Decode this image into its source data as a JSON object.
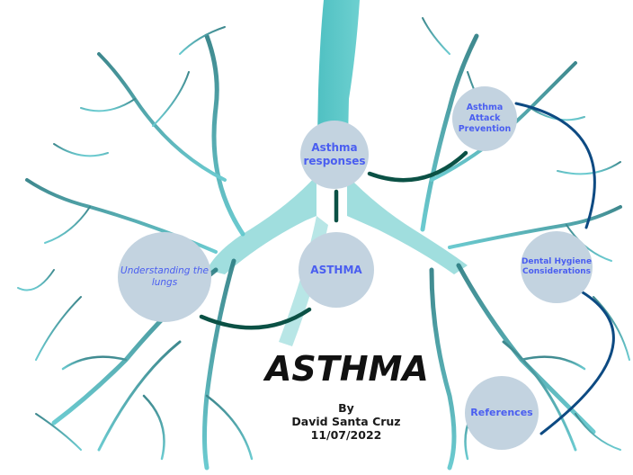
{
  "slide": {
    "title": "ASTHMA",
    "byline": {
      "by": "By",
      "author": "David Santa Cruz",
      "date": "11/07/2022"
    }
  },
  "nodes": {
    "asthma_responses": "Asthma responses",
    "asthma_attack_prevention": "Asthma Attack Prevention",
    "dental_hygiene": "Dental Hygiene Considerations",
    "understanding_lungs": "Understanding the lungs",
    "asthma": "ASTHMA",
    "references": "References"
  },
  "colors": {
    "node_fill": "#c3d3e0",
    "node_text": "#4a5ef0",
    "trachea": "#5cc8c8",
    "bronchi_dark": "#2b7d82",
    "connector_green": "#0b5145",
    "connector_blue": "#0d4a82",
    "title_text": "#111111"
  }
}
